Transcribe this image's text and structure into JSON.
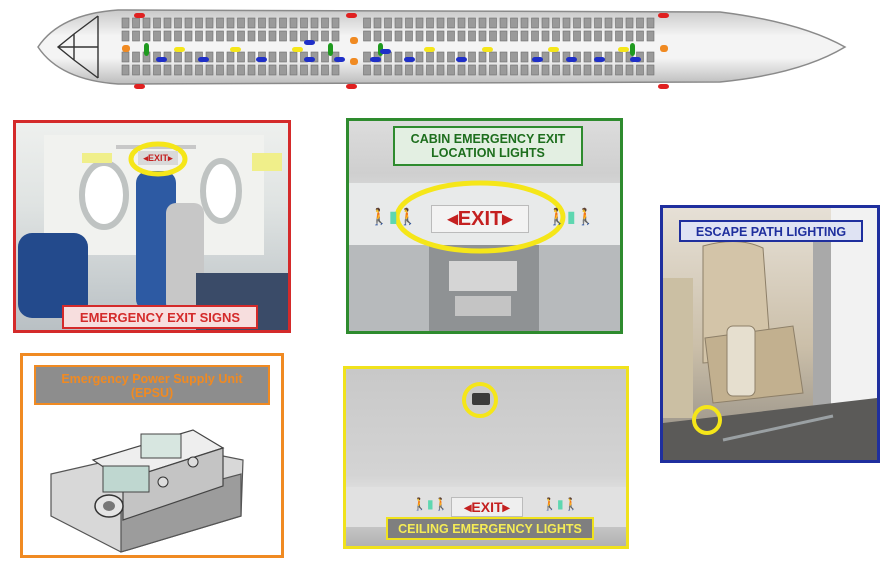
{
  "panels": {
    "exit_signs": {
      "caption": "EMERGENCY EXIT SIGNS",
      "sign_text": "◂EXIT▸",
      "border_color": "#d42a2a"
    },
    "cabin_lights": {
      "caption_line1": "CABIN EMERGENCY EXIT",
      "caption_line2": "LOCATION LIGHTS",
      "sign_text": "◂EXIT▸",
      "border_color": "#2e8b2e"
    },
    "escape_path": {
      "caption": "ESCAPE PATH LIGHTING",
      "border_color": "#1f2f9e"
    },
    "epsu": {
      "caption_line1": "Emergency Power Supply Unit",
      "caption_line2": "(EPSU)",
      "border_color": "#f08a22"
    },
    "ceiling": {
      "caption": "CEILING EMERGENCY LIGHTS",
      "sign_text": "◂EXIT▸",
      "border_color": "#f0e21c"
    }
  },
  "legend_colors": {
    "exit_signs": "#e02020",
    "cabin_lights": "#1f9a1f",
    "escape_path": "#1f2fc8",
    "epsu": "#f08a22",
    "ceiling": "#f5e619"
  }
}
